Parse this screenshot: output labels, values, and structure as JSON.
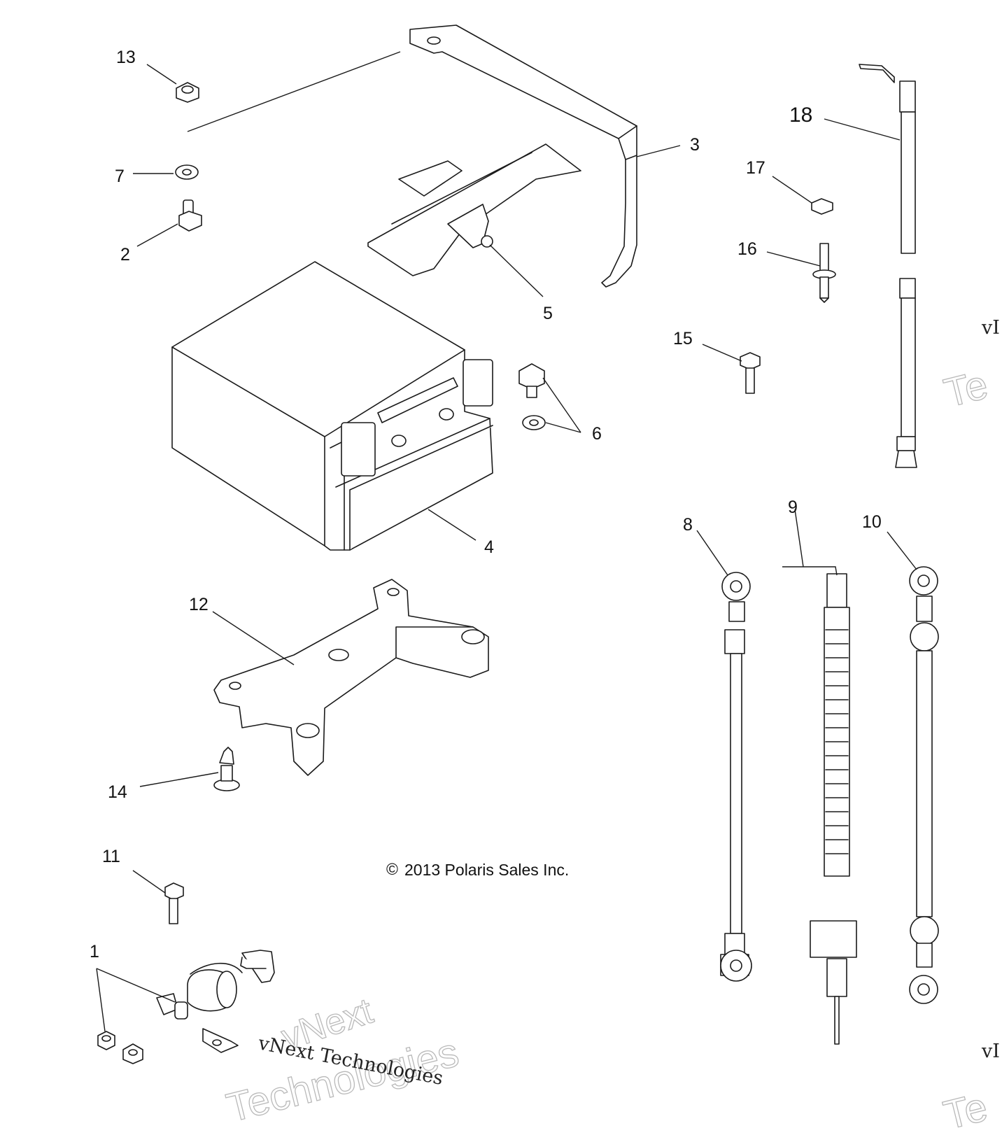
{
  "callouts": {
    "c1": "1",
    "c2": "2",
    "c3": "3",
    "c4": "4",
    "c5": "5",
    "c6": "6",
    "c7": "7",
    "c8": "8",
    "c9": "9",
    "c10": "10",
    "c11": "11",
    "c12": "12",
    "c13": "13",
    "c14": "14",
    "c15": "15",
    "c16": "16",
    "c17": "17",
    "c18": "18"
  },
  "copyright": "2013 Polaris Sales Inc.",
  "copyright_symbol": "©",
  "watermarks": {
    "line_small": "vNext Technologies",
    "word_vnext": "vNext",
    "word_technologies": "Technologies",
    "edge_small": "vI",
    "edge_big": "Te"
  }
}
